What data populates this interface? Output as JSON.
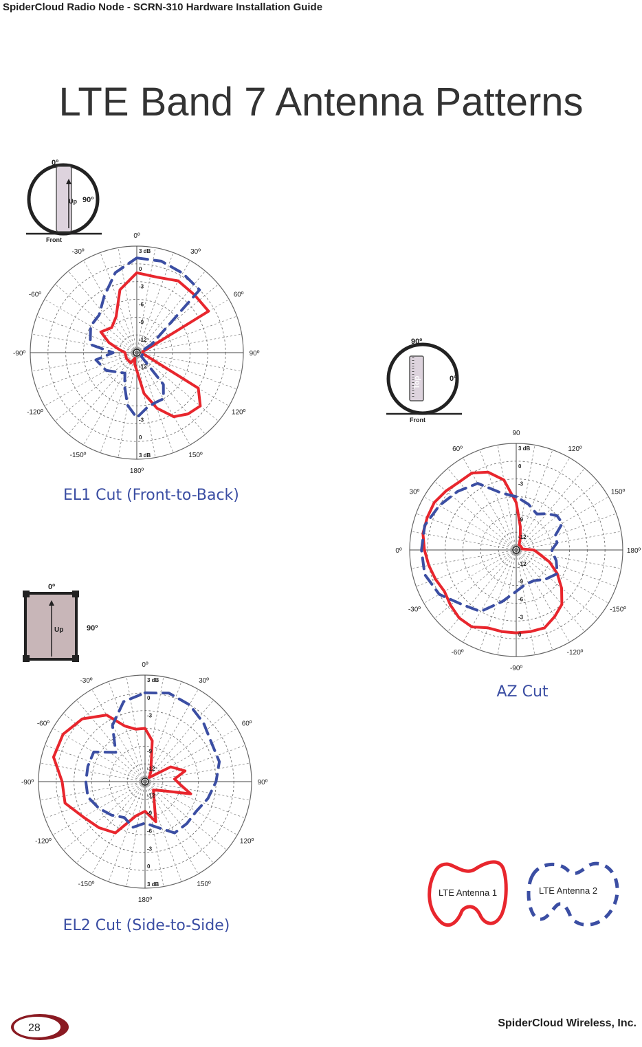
{
  "header": "SpiderCloud Radio Node - SCRN-310 Hardware Installation Guide",
  "title": "LTE Band 7 Antenna Patterns",
  "footer": {
    "page_number": "28",
    "company": "SpiderCloud Wireless, Inc."
  },
  "legend": {
    "antenna1": "LTE Antenna 1",
    "antenna2": "LTE Antenna 2"
  },
  "colors": {
    "antenna1": "#e8262d",
    "antenna2": "#3b4ea3"
  },
  "chart_data": [
    {
      "type": "polar",
      "caption": "EL1 Cut (Front-to-Back)",
      "inset": {
        "top_label": "0º",
        "side_label": "90º",
        "arrow_label": "Up",
        "bottom_label": "Front"
      },
      "angle_labels": [
        {
          "deg": 0,
          "text": "0º"
        },
        {
          "deg": 30,
          "text": "30º"
        },
        {
          "deg": 60,
          "text": "60º"
        },
        {
          "deg": 90,
          "text": "90º"
        },
        {
          "deg": 120,
          "text": "120º"
        },
        {
          "deg": 150,
          "text": "150º"
        },
        {
          "deg": 180,
          "text": "180º"
        },
        {
          "deg": -150,
          "text": "-150º"
        },
        {
          "deg": -120,
          "text": "-120º"
        },
        {
          "deg": -90,
          "text": "-90º"
        },
        {
          "deg": -60,
          "text": "-60º"
        },
        {
          "deg": -30,
          "text": "-30º"
        }
      ],
      "radial_ticks": [
        "3 dB",
        "0",
        "-3",
        "-6",
        "-9",
        "-12"
      ],
      "radial_ticks_bottom": [
        "-12",
        "-3",
        "0",
        "3 dB"
      ],
      "rlim": [
        -15,
        3
      ],
      "series": [
        {
          "name": "LTE Antenna 1",
          "style": "solid",
          "angles": [
            0,
            15,
            30,
            45,
            60,
            70,
            80,
            90,
            100,
            110,
            120,
            130,
            140,
            150,
            160,
            170,
            180,
            -170,
            -160,
            -150,
            -120,
            -90,
            -80,
            -70,
            -60,
            -45,
            -30,
            -15
          ],
          "values": [
            -1.5,
            -1.8,
            -1,
            -1.2,
            -1,
            -13,
            -14,
            -14,
            -14,
            -13,
            -3,
            -1,
            -1.5,
            -2.5,
            -5,
            -8,
            -12,
            -13,
            -14,
            -13,
            -13,
            -13,
            -12,
            -10,
            -8,
            -9,
            -8,
            -4
          ]
        },
        {
          "name": "LTE Antenna 2",
          "style": "dashed",
          "angles": [
            0,
            15,
            30,
            45,
            60,
            70,
            80,
            90,
            100,
            110,
            120,
            130,
            140,
            150,
            160,
            170,
            180,
            -170,
            -160,
            -150,
            -120,
            -100,
            -90,
            -80,
            -60,
            -45,
            -30,
            -15
          ],
          "values": [
            1,
            1,
            0.5,
            0,
            -12,
            -14,
            -14,
            -14,
            -14,
            -14,
            -14,
            -14,
            -8,
            -6,
            -6,
            -5.5,
            -4,
            -6,
            -9,
            -11,
            -9,
            -8,
            -11,
            -7,
            -6,
            -6,
            -4,
            -1
          ]
        }
      ]
    },
    {
      "type": "polar",
      "caption": "EL2 Cut (Side-to-Side)",
      "inset": {
        "top_label": "0º",
        "side_label": "90º",
        "arrow_label": "Up"
      },
      "angle_labels": [
        {
          "deg": 0,
          "text": "0º"
        },
        {
          "deg": 30,
          "text": "30º"
        },
        {
          "deg": 60,
          "text": "60º"
        },
        {
          "deg": 90,
          "text": "90º"
        },
        {
          "deg": 120,
          "text": "120º"
        },
        {
          "deg": 150,
          "text": "150º"
        },
        {
          "deg": 180,
          "text": "180º"
        },
        {
          "deg": -150,
          "text": "-150º"
        },
        {
          "deg": -120,
          "text": "-120º"
        },
        {
          "deg": -90,
          "text": "-90º"
        },
        {
          "deg": -60,
          "text": "-60º"
        },
        {
          "deg": -30,
          "text": "-30º"
        }
      ],
      "radial_ticks": [
        "3 dB",
        "0",
        "-3",
        "-9",
        "-12"
      ],
      "radial_ticks_bottom": [
        "-12",
        "-9",
        "-6",
        "-3",
        "0",
        "3 dB"
      ],
      "rlim": [
        -15,
        3
      ],
      "series": [
        {
          "name": "LTE Antenna 1",
          "style": "solid",
          "angles": [
            0,
            10,
            20,
            30,
            45,
            60,
            75,
            85,
            95,
            105,
            120,
            135,
            150,
            165,
            180,
            -165,
            -150,
            -135,
            -120,
            -105,
            -90,
            -75,
            -60,
            -45,
            -30,
            -20,
            -10
          ],
          "values": [
            -6,
            -8,
            -12,
            -13,
            -14,
            -10,
            -8,
            -10,
            -9,
            -7,
            -12,
            -13,
            -12,
            -8,
            -10,
            -9,
            -5,
            -4,
            -3,
            -1,
            -1,
            1,
            1,
            0,
            -2,
            -5,
            -6
          ]
        },
        {
          "name": "LTE Antenna 2",
          "style": "dashed",
          "angles": [
            0,
            15,
            30,
            45,
            60,
            75,
            90,
            105,
            120,
            135,
            150,
            165,
            180,
            -165,
            -150,
            -135,
            -120,
            -105,
            -90,
            -75,
            -60,
            -45,
            -30,
            -15
          ],
          "values": [
            0,
            0.5,
            0,
            -1,
            -2,
            -2,
            -3,
            -4,
            -5,
            -5,
            -5,
            -7,
            -8,
            -7,
            -8,
            -7,
            -6,
            -5,
            -5,
            -5,
            -5,
            -8,
            -4,
            -1
          ]
        }
      ]
    },
    {
      "type": "polar",
      "caption": "AZ Cut",
      "inset": {
        "top_label": "90º",
        "side_label": "0º",
        "arrow_label": "Top",
        "bottom_label": "Front"
      },
      "angle_labels": [
        {
          "deg": 90,
          "text": "90"
        },
        {
          "deg": 60,
          "text": "60º"
        },
        {
          "deg": 30,
          "text": "30º"
        },
        {
          "deg": 0,
          "text": "0º"
        },
        {
          "deg": -30,
          "text": "-30º"
        },
        {
          "deg": -60,
          "text": "-60º"
        },
        {
          "deg": -90,
          "text": "-90º"
        },
        {
          "deg": -120,
          "text": "-120º"
        },
        {
          "deg": -150,
          "text": "-150º"
        },
        {
          "deg": 180,
          "text": "180º"
        },
        {
          "deg": 150,
          "text": "150º"
        },
        {
          "deg": 120,
          "text": "120º"
        }
      ],
      "radial_ticks": [
        "3 dB",
        "0",
        "-3",
        "-9",
        "-12"
      ],
      "radial_ticks_bottom": [
        "-12",
        "-9",
        "-6",
        "-3",
        "0"
      ],
      "rlim": [
        -15,
        3
      ],
      "series": [
        {
          "name": "LTE Antenna 1",
          "style": "solid",
          "angles": [
            90,
            80,
            70,
            60,
            50,
            40,
            30,
            20,
            10,
            0,
            -10,
            -20,
            -30,
            -40,
            -50,
            -60,
            -70,
            -80,
            -90,
            -100,
            -110,
            -120,
            -130,
            -140,
            -150,
            -160,
            -170,
            180,
            170,
            160,
            150,
            140,
            130,
            120,
            110,
            100
          ],
          "values": [
            -7,
            -3,
            -1,
            0,
            0,
            0.5,
            1,
            1,
            1,
            0.5,
            0,
            -0.5,
            -1,
            -0.5,
            0,
            0,
            -1,
            -1,
            -1,
            -1,
            -1,
            -2,
            -3,
            -5,
            -7,
            -9,
            -11,
            -12,
            -14,
            -14,
            -14,
            -14,
            -14,
            -14,
            -13,
            -11
          ]
        },
        {
          "name": "LTE Antenna 2",
          "style": "dashed",
          "angles": [
            90,
            75,
            60,
            45,
            30,
            15,
            0,
            -15,
            -30,
            -45,
            -60,
            -75,
            -90,
            -105,
            -120,
            -135,
            -150,
            -165,
            180,
            170,
            160,
            150,
            140,
            130,
            120,
            105
          ],
          "values": [
            -6,
            -5,
            -2,
            -1,
            0,
            1,
            1,
            1,
            0,
            -2,
            -3,
            -6,
            -8,
            -9,
            -9,
            -8,
            -7,
            -8,
            -9,
            -8,
            -8,
            -6,
            -6,
            -7,
            -8,
            -7
          ]
        }
      ]
    }
  ]
}
